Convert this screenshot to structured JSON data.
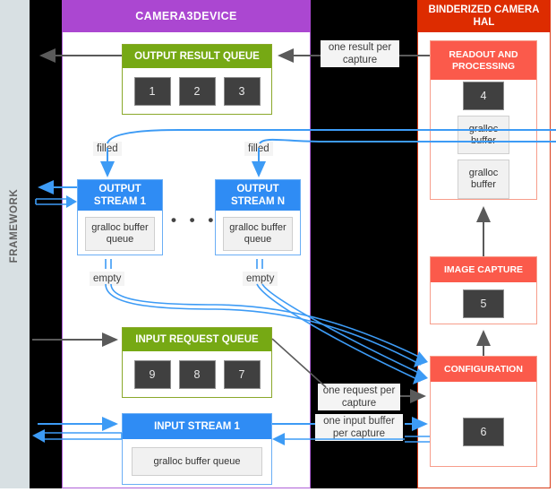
{
  "framework": {
    "label": "FRAMEWORK"
  },
  "camera3device": {
    "title": "CAMERA3DEVICE"
  },
  "hal": {
    "title": "BINDERIZED CAMERA HAL"
  },
  "output_result_queue": {
    "title": "OUTPUT RESULT QUEUE",
    "items": [
      "1",
      "2",
      "3"
    ]
  },
  "input_request_queue": {
    "title": "INPUT REQUEST QUEUE",
    "items": [
      "9",
      "8",
      "7"
    ]
  },
  "output_stream_1": {
    "title": "OUTPUT STREAM 1",
    "queue_label": "gralloc buffer queue",
    "filled_label": "filled",
    "empty_label": "empty"
  },
  "output_stream_n": {
    "title": "OUTPUT STREAM N",
    "queue_label": "gralloc buffer queue",
    "filled_label": "filled",
    "empty_label": "empty"
  },
  "ellipsis": "• • •",
  "input_stream_1": {
    "title": "INPUT STREAM 1",
    "queue_label": "gralloc buffer queue"
  },
  "readout_and_processing": {
    "title": "READOUT AND PROCESSING",
    "chip": "4",
    "buffers": [
      "gralloc buffer",
      "gralloc buffer"
    ]
  },
  "image_capture": {
    "title": "IMAGE CAPTURE",
    "chip": "5"
  },
  "configuration": {
    "title": "CONFIGURATION",
    "chip": "6"
  },
  "annotations": {
    "one_result_per_capture": "one result per capture",
    "one_request_per_capture": "one request per capture",
    "one_input_buffer_per_capture": "one input buffer per capture"
  },
  "colors": {
    "framework_band": "#d8e0e3",
    "black_band": "#000000",
    "camera3device_header": "#ab47d1",
    "hal_header": "#dd2c00",
    "queue_green": "#76a914",
    "stream_blue": "#2f8cf4",
    "hal_block_red": "#fb5a4b",
    "chip_gray": "#404040",
    "arrow_blue": "#3d9bf5",
    "arrow_gray": "#5a5a5a"
  }
}
